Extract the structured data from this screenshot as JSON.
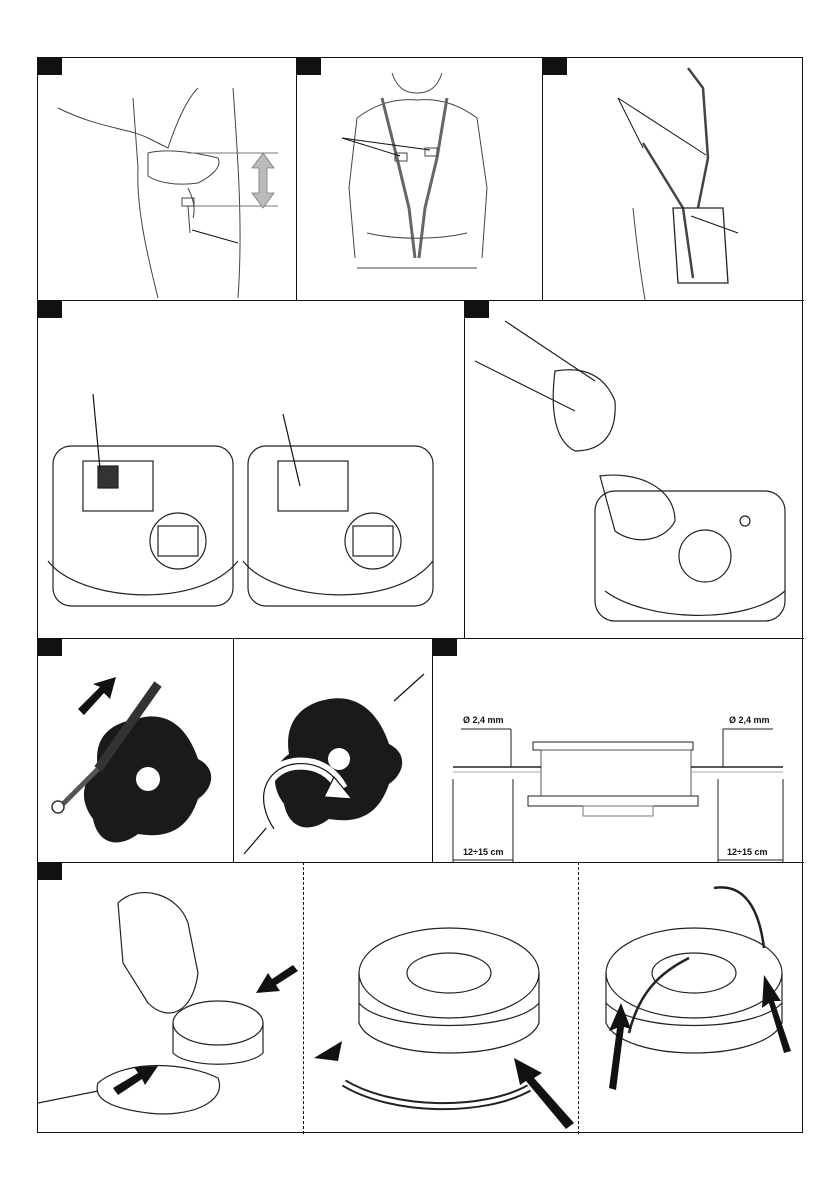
{
  "dimensions": {
    "diameter_left": "Ø 2,4 mm",
    "diameter_right": "Ø 2,4 mm",
    "length_left": "12÷15 cm",
    "length_right": "12÷15 cm"
  },
  "icons": [
    "height-adjust-arrow-icon",
    "file-direction-arrow-icon",
    "rotation-arrow-icon",
    "push-arrow-icon"
  ],
  "colors": {
    "ink": "#111111",
    "paper": "#ffffff"
  }
}
